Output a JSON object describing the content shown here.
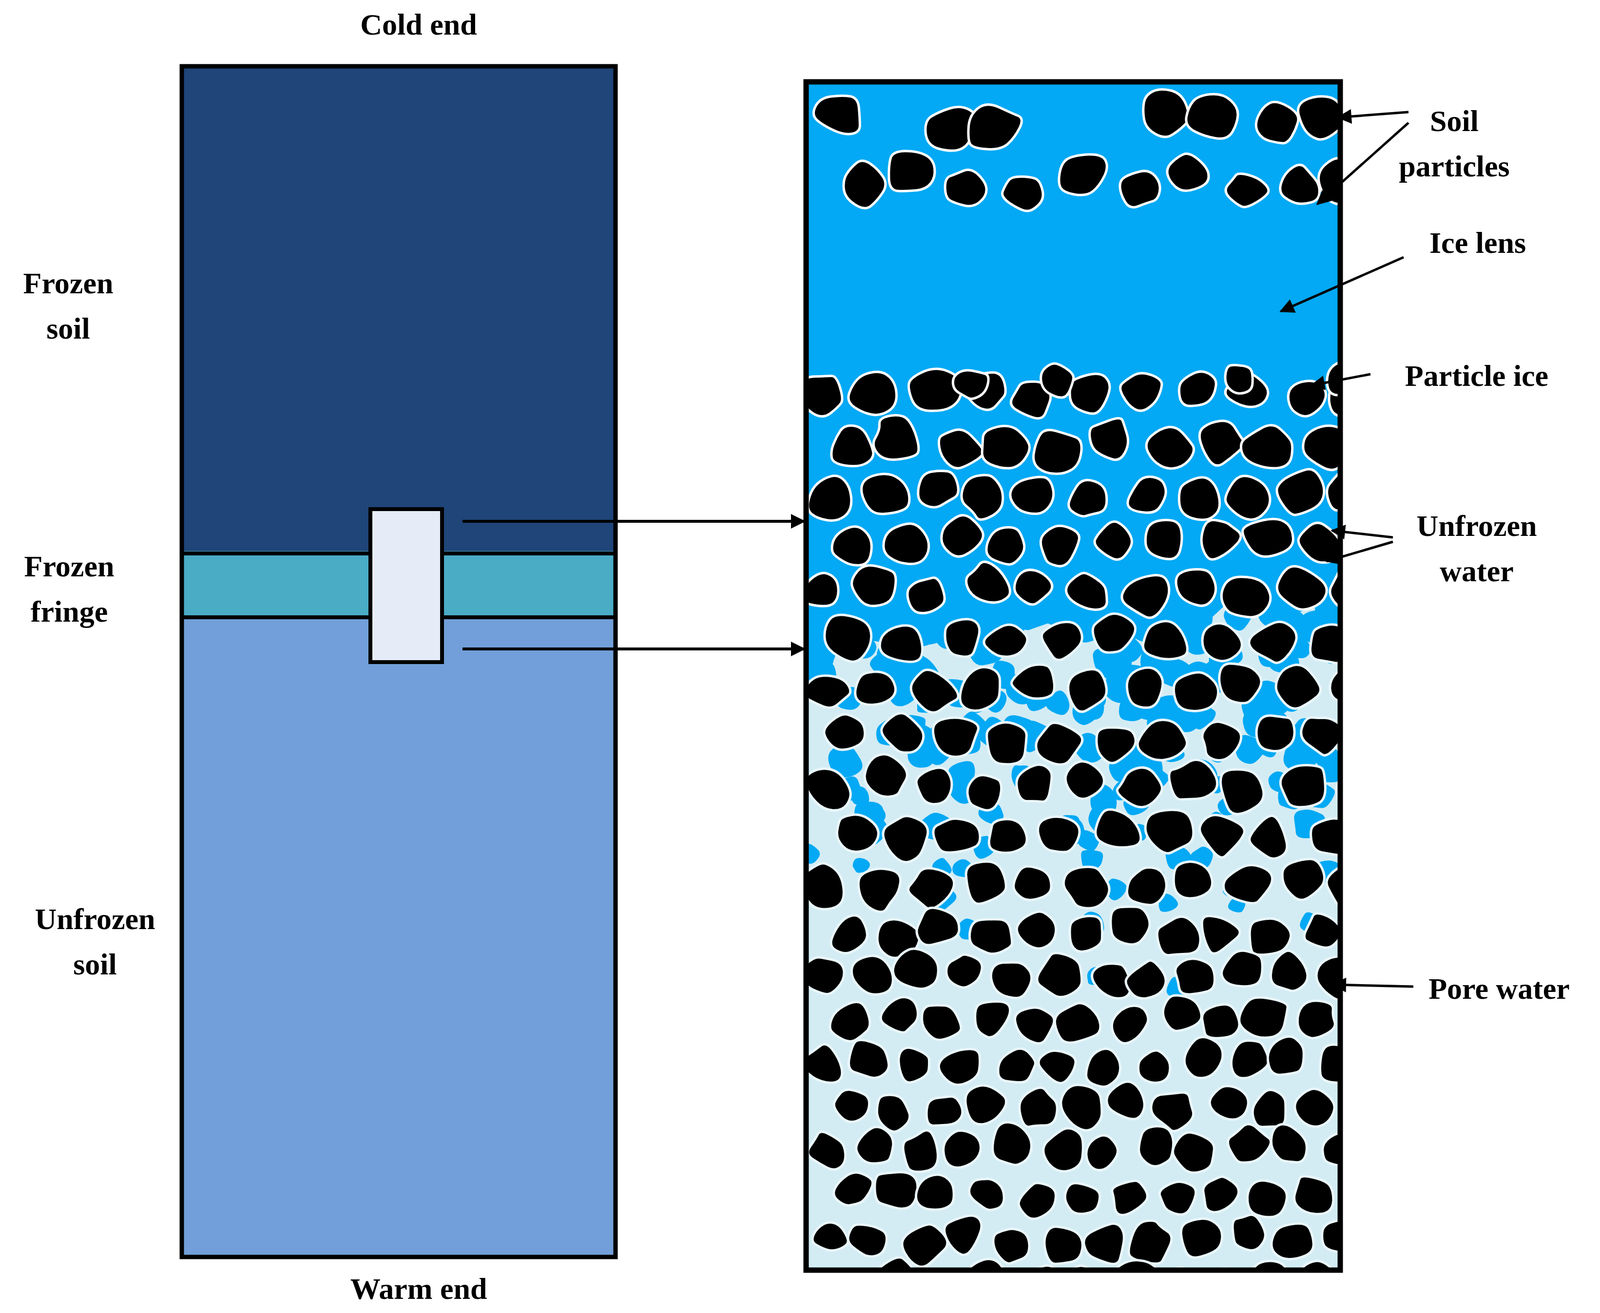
{
  "diagram": {
    "labels": [
      "Cold end",
      "Frozen soil",
      "Frozen fringe",
      "Unfrozen soil",
      "Warm end",
      "Soil particles",
      "Ice lens",
      "Particle ice",
      "Unfrozen water",
      "Pore water"
    ]
  }
}
